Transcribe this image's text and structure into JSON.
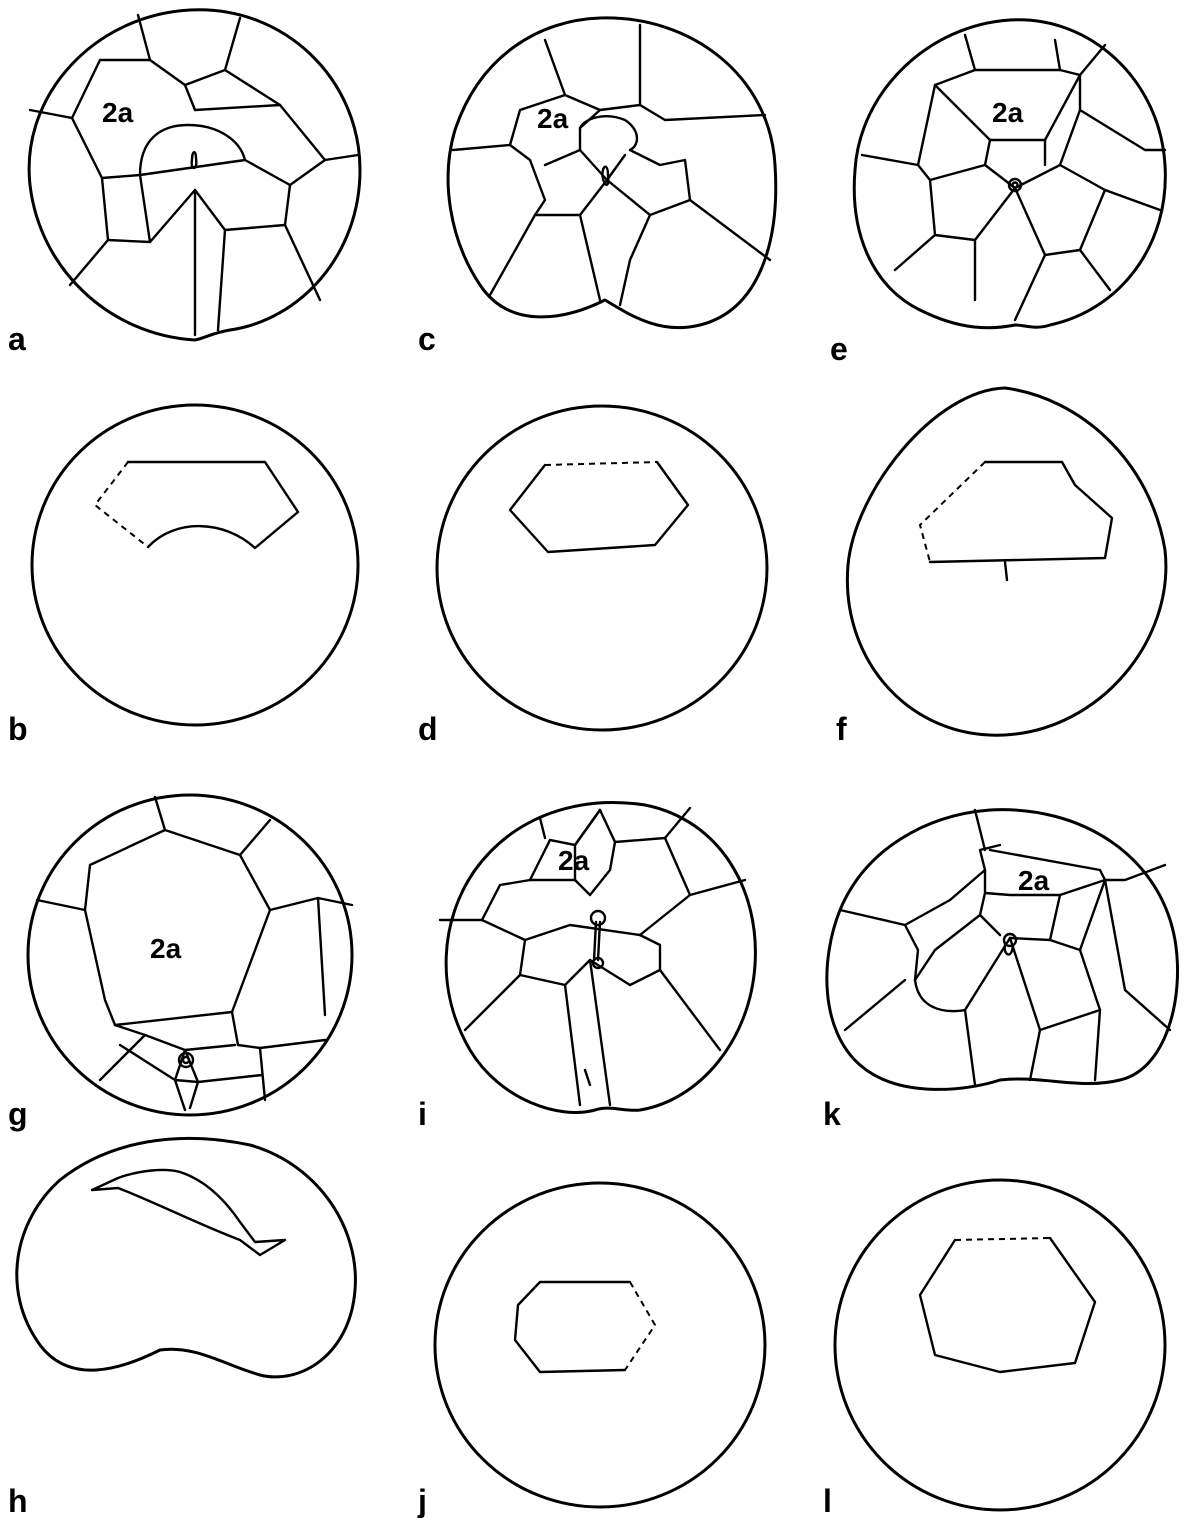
{
  "panels": [
    {
      "id": "a",
      "label": "a",
      "cell_label": "2a"
    },
    {
      "id": "b",
      "label": "b"
    },
    {
      "id": "c",
      "label": "c",
      "cell_label": "2a"
    },
    {
      "id": "d",
      "label": "d"
    },
    {
      "id": "e",
      "label": "e",
      "cell_label": "2a"
    },
    {
      "id": "f",
      "label": "f"
    },
    {
      "id": "g",
      "label": "g",
      "cell_label": "2a"
    },
    {
      "id": "h",
      "label": "h"
    },
    {
      "id": "i",
      "label": "i",
      "cell_label": "2a"
    },
    {
      "id": "j",
      "label": "j"
    },
    {
      "id": "k",
      "label": "k",
      "cell_label": "2a"
    },
    {
      "id": "l",
      "label": "l"
    }
  ]
}
